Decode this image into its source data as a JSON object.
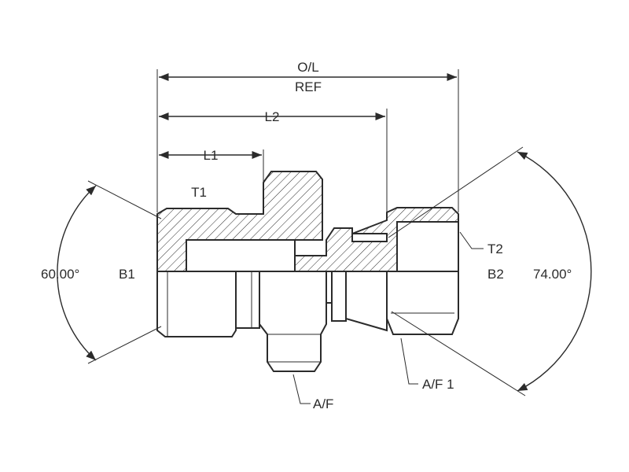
{
  "labels": {
    "overall_length": "O/L",
    "reference": "REF",
    "length_2": "L2",
    "length_1": "L1",
    "thread_1": "T1",
    "thread_2": "T2",
    "bore_1": "B1",
    "bore_2": "B2",
    "angle_left": "60.00°",
    "angle_right": "74.00°",
    "across_flats": "A/F",
    "across_flats_1": "A/F 1"
  }
}
